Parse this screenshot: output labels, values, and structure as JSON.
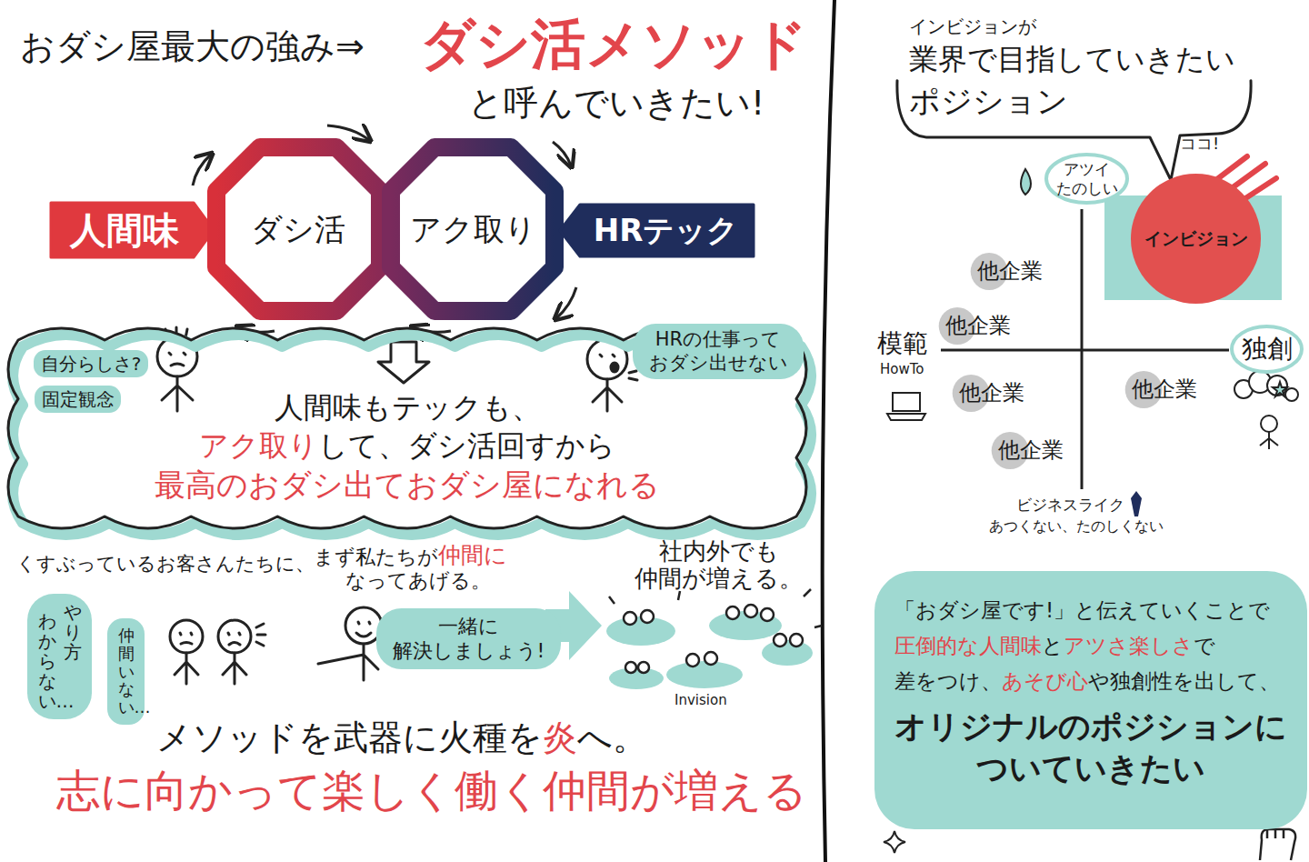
{
  "diagram": {
    "nodes": [
      {
        "text": [
          "人間味"
        ]
      },
      {
        "text": [
          "ダシ活"
        ]
      },
      {
        "text": [
          "アク取り"
        ]
      },
      {
        "text": [
          "HRテック"
        ]
      },
      {
        "text": [
          "人間味もテックも、",
          "アク取り",
          "して、ダシ活回すから",
          "最高のおダシ出ておダシ屋になれる"
        ]
      },
      {
        "text": [
          "自分らしさ?"
        ]
      },
      {
        "text": [
          "固定観念"
        ]
      },
      {
        "text": [
          "HRの仕事って おダシ出せない"
        ]
      },
      {
        "text": [
          "やり方",
          "わからない…"
        ]
      },
      {
        "text": [
          "仲間いない…"
        ]
      },
      {
        "text": [
          "一緒に 解決しましょう!"
        ]
      },
      {
        "text": [
          "インビジョンが",
          "業界で目指していきたい",
          "ポジション"
        ]
      },
      {
        "text": [
          "アツイ たのしい"
        ]
      },
      {
        "text": [
          "インビジョン"
        ]
      },
      {
        "text": [
          "他企業"
        ]
      },
      {
        "text": [
          "他企業"
        ]
      },
      {
        "text": [
          "独創"
        ]
      },
      {
        "text": [
          "他企業"
        ]
      },
      {
        "text": [
          "他企業"
        ]
      },
      {
        "text": [
          "他企業"
        ]
      },
      {
        "text": [
          "「おダシ屋です!」と伝えていくことで",
          "圧倒的な人間味",
          "と",
          "アツさ楽しさ",
          "で",
          "差をつけ、",
          "あそび心",
          "や独創性を出して、",
          "オリジナルのポジションについていきたい"
        ]
      }
    ],
    "labels": [
      "おダシ屋最大の強み⇒",
      "ダシ活メソッド",
      "と呼んでいきたい!",
      "くすぶっているお客さんたちに、",
      "まず私たちが",
      "仲間に",
      "なってあげる。",
      "社内外でも 仲間が増える。",
      "Invision",
      "メソッドを武器に火種を",
      "炎",
      "へ。",
      "志に向かって楽しく働く仲間が増える",
      "ココ!",
      "模範",
      "HowTo",
      "ビジネスライク",
      "あつくない、たのしくない"
    ]
  }
}
